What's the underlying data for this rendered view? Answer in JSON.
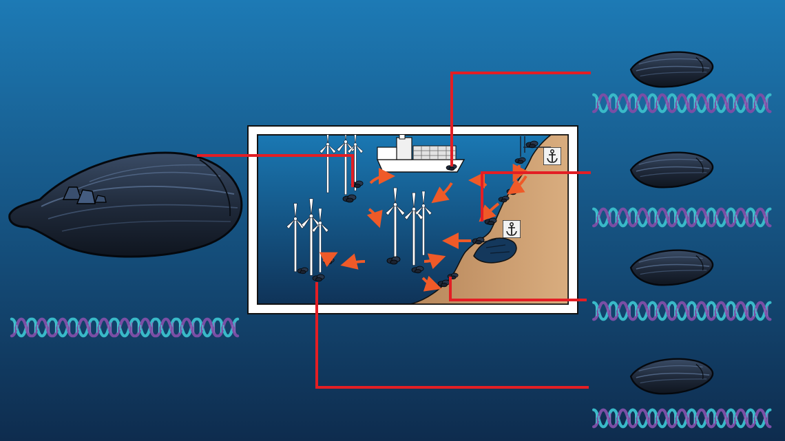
{
  "colors": {
    "background_top": "#1d7ab5",
    "background_bottom": "#0e2c4e",
    "connector": "#e31e24",
    "arrow": "#ef5a28",
    "mussel": "#1e2838",
    "dna_teal": "#39b9c8",
    "dna_purple": "#7a4fa5",
    "coast": "#c89a6c",
    "frame": "#ffffff"
  },
  "icons": {
    "large_mussel": "mussel-with-barnacles-icon",
    "small_mussel": "mussel-icon",
    "dna": "dna-double-helix-icon",
    "turbine": "wind-turbine-icon",
    "ship": "container-ship-icon",
    "port": "anchor-icon",
    "movement": "curved-arrow-icon"
  },
  "map": {
    "turbine_groups": 3,
    "ports": 2,
    "dispersal_arrows": 12
  },
  "specimens": {
    "reference": {
      "icon": "mussel-with-barnacles-icon",
      "has_dna": true
    },
    "sampled": [
      {
        "site": "ship",
        "icon": "mussel-icon",
        "has_dna": true
      },
      {
        "site": "north-port",
        "icon": "mussel-icon",
        "has_dna": true
      },
      {
        "site": "south-harbour",
        "icon": "mussel-icon",
        "has_dna": true
      },
      {
        "site": "wind-farm",
        "icon": "mussel-icon",
        "has_dna": true
      }
    ]
  }
}
